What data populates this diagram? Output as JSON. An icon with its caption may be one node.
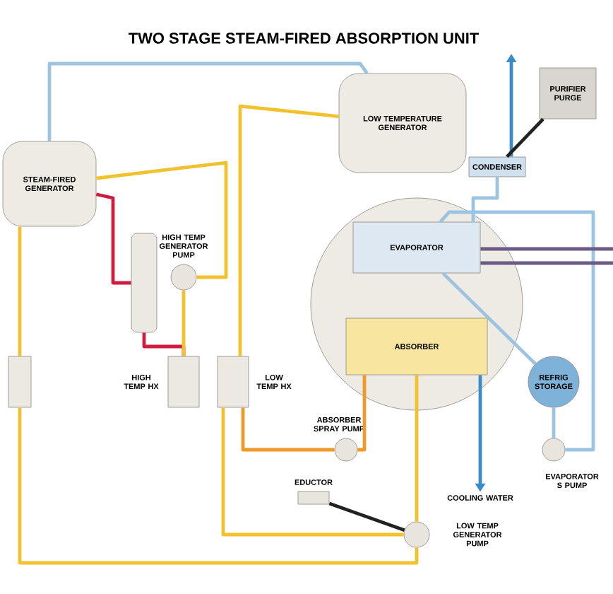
{
  "diagram": {
    "title": "TWO STAGE STEAM-FIRED ABSORPTION UNIT",
    "nodes": [
      {
        "text": [
          "STEAM-FIRED GENERATOR"
        ]
      },
      {
        "text": [
          "LOW TEMPERATURE GENERATOR"
        ]
      },
      {
        "text": [
          "CONDENSER"
        ]
      },
      {
        "text": [
          "PURIFIER PURGE"
        ]
      },
      {
        "text": [],
        "shape": "circle"
      },
      {
        "text": [
          "EVAPORATOR"
        ],
        "in": 4
      },
      {
        "text": [
          "ABSORBER"
        ],
        "in": 4
      },
      {
        "text": [],
        "shape": "circle",
        "beside": [
          "HIGH TEMP GENERATOR PUMP"
        ]
      },
      {
        "text": [],
        "shape": "box",
        "beside": [
          "HIGH TEMP HX"
        ]
      },
      {
        "text": [],
        "shape": "box",
        "beside": [
          "LOW TEMP HX"
        ]
      },
      {
        "text": [],
        "shape": "box"
      },
      {
        "text": [],
        "shape": "cylinder"
      },
      {
        "text": [
          "REFRIG STORAGE"
        ]
      },
      {
        "text": [],
        "shape": "circle",
        "beside": [
          "ABSORBER SPRAY PUMP"
        ]
      },
      {
        "text": [],
        "shape": "box",
        "beside": [
          "EDUCTOR"
        ]
      },
      {
        "text": [],
        "shape": "circle",
        "beside": [
          "LOW TEMP GENERATOR PUMP"
        ]
      },
      {
        "text": [
          "COOLING WATER"
        ]
      },
      {
        "text": [],
        "shape": "circle",
        "beside": [
          "EVAPORATOR S PUMP"
        ]
      }
    ],
    "edges": [
      {
        "from": 0,
        "to": 1,
        "arrow": "none",
        "color": "#9cc3e0"
      },
      {
        "from": 0,
        "to": 11,
        "arrow": "none",
        "color": "#d01c3c"
      },
      {
        "from": 11,
        "to": 8,
        "arrow": "none",
        "color": "#d01c3c"
      },
      {
        "from": 8,
        "to": 7,
        "arrow": "none",
        "color": "#f2c12e"
      },
      {
        "from": 7,
        "to": 0,
        "arrow": "none",
        "color": "#f2c12e"
      },
      {
        "from": 9,
        "to": 1,
        "arrow": "none",
        "color": "#f2c12e"
      },
      {
        "from": 6,
        "to": 15,
        "arrow": "none",
        "color": "#f2c12e"
      },
      {
        "from": 15,
        "to": 9,
        "arrow": "none",
        "color": "#f2c12e"
      },
      {
        "from": 15,
        "to": 10,
        "arrow": "none",
        "color": "#f2c12e"
      },
      {
        "from": 10,
        "to": 0,
        "arrow": "none",
        "color": "#f2c12e"
      },
      {
        "from": 13,
        "to": 6,
        "arrow": "none",
        "color": "#ee9a2a"
      },
      {
        "from": 9,
        "to": 13,
        "arrow": "none",
        "color": "#ee9a2a"
      },
      {
        "from": 14,
        "to": 15,
        "arrow": "none",
        "color": "#222222"
      },
      {
        "from": 2,
        "to": 5,
        "arrow": "none",
        "color": "#9cc3e0"
      },
      {
        "from": 5,
        "to": 12,
        "arrow": "none",
        "color": "#9cc3e0"
      },
      {
        "from": 12,
        "to": 17,
        "arrow": "none",
        "color": "#9cc3e0"
      },
      {
        "from": 17,
        "to": 5,
        "arrow": "none",
        "color": "#9cc3e0"
      },
      {
        "from": 6,
        "to": 16,
        "arrow": "to",
        "color": "#3a8cc8"
      },
      {
        "from": 2,
        "to": null,
        "arrow": "to",
        "color": "#3a8cc8"
      },
      {
        "from": 3,
        "to": 2,
        "arrow": "none",
        "color": "#222222"
      },
      {
        "from": 5,
        "to": null,
        "arrow": "none",
        "color": "#6c5a86"
      },
      {
        "from": 5,
        "to": null,
        "arrow": "none",
        "color": "#6c5a86"
      }
    ]
  }
}
